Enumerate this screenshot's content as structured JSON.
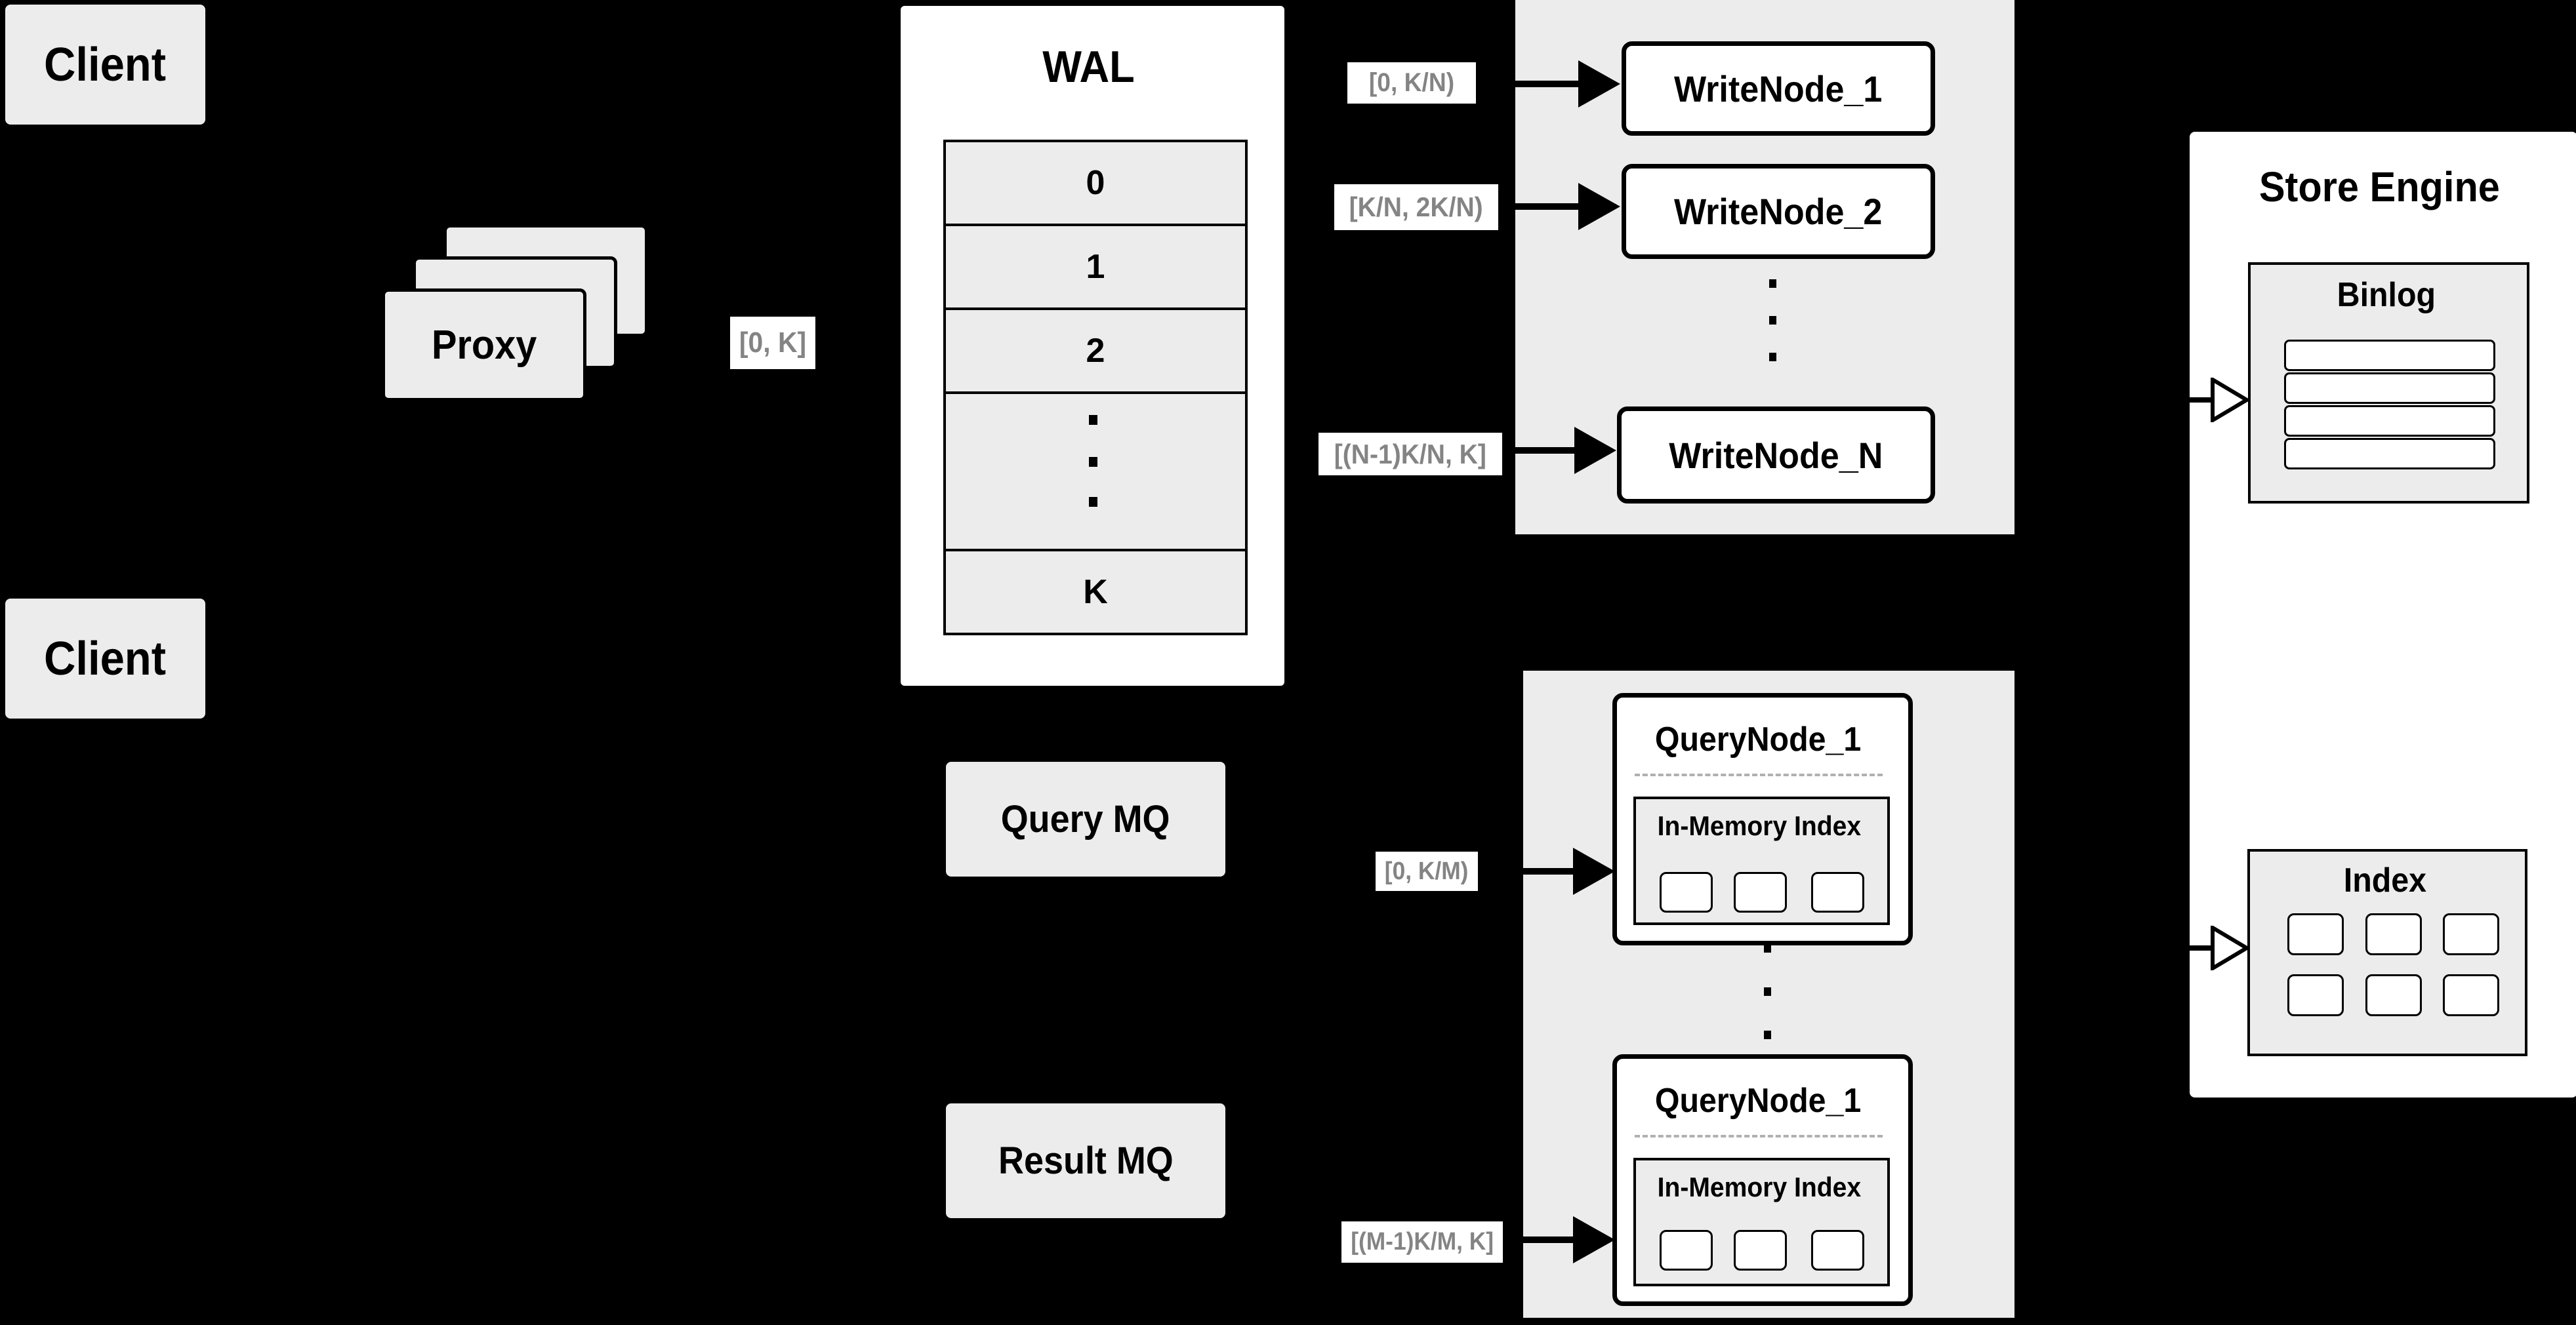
{
  "clients": {
    "top_label": "Client",
    "bottom_label": "Client"
  },
  "proxy": {
    "label": "Proxy"
  },
  "range_labels": {
    "proxy_to_wal": "[0, K]",
    "to_write_node_1": "[0, K/N)",
    "to_write_node_2": "[K/N, 2K/N)",
    "to_write_node_n": "[(N-1)K/N, K]",
    "to_query_node_1": "[0, K/M)",
    "to_query_node_m": "[(M-1)K/M, K]"
  },
  "wal": {
    "title": "WAL",
    "segments": [
      "0",
      "1",
      "2"
    ],
    "last_segment": "K"
  },
  "write_nodes": {
    "node_1": "WriteNode_1",
    "node_2": "WriteNode_2",
    "node_n": "WriteNode_N"
  },
  "message_queues": {
    "query_mq": "Query MQ",
    "result_mq": "Result MQ"
  },
  "query_nodes": {
    "top": {
      "title": "QueryNode_1",
      "index_label": "In-Memory Index"
    },
    "bottom": {
      "title": "QueryNode_1",
      "index_label": "In-Memory Index"
    }
  },
  "store_engine": {
    "title": "Store Engine",
    "binlog_title": "Binlog",
    "index_title": "Index",
    "binlog_row_count": 4,
    "index_cell_count": 6
  },
  "colors": {
    "background": "#000000",
    "panel_gray": "#ececec",
    "panel_white": "#ffffff",
    "line_black": "#000000",
    "range_label_text": "#848484",
    "dashed_divider": "#b0b0b0"
  }
}
